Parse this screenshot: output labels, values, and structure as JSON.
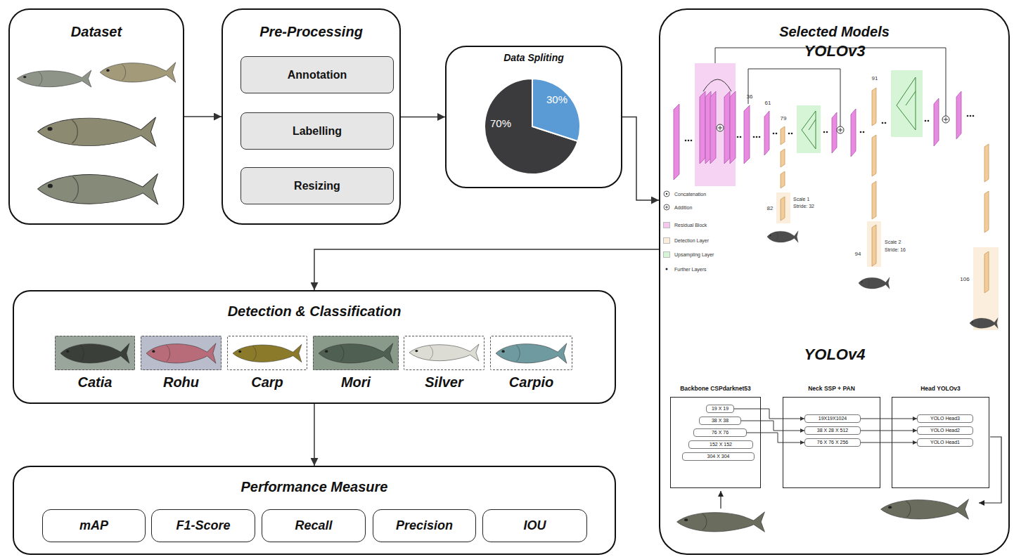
{
  "diagram": {
    "nodes": [
      {
        "text": [
          "Dataset"
        ]
      },
      {
        "text": [
          "Pre-Processing"
        ]
      },
      {
        "text": [
          "Annotation"
        ],
        "in": 1
      },
      {
        "text": [
          "Labelling"
        ],
        "in": 1
      },
      {
        "text": [
          "Resizing"
        ],
        "in": 1
      },
      {
        "text": [
          "Data Spliting"
        ]
      },
      {
        "text": [
          "Selected Models"
        ]
      },
      {
        "text": [
          "Backbone CSPdarknet53"
        ],
        "in": 6
      },
      {
        "text": [
          "19 X 19"
        ],
        "in": 7
      },
      {
        "text": [
          "38 X 38"
        ],
        "in": 7
      },
      {
        "text": [
          "76 X 76"
        ],
        "in": 7
      },
      {
        "text": [
          "152 X 152"
        ],
        "in": 7
      },
      {
        "text": [
          "304 X 304"
        ],
        "in": 7
      },
      {
        "text": [
          "Neck SSP + PAN"
        ],
        "in": 6
      },
      {
        "text": [
          "19X19X1024"
        ],
        "in": 13
      },
      {
        "text": [
          "38 X 28 X 512"
        ],
        "in": 13
      },
      {
        "text": [
          "76 X 76 X 256"
        ],
        "in": 13
      },
      {
        "text": [
          "Head YOLOv3"
        ],
        "in": 6
      },
      {
        "text": [
          "YOLO Head3"
        ],
        "in": 17
      },
      {
        "text": [
          "YOLO Head2"
        ],
        "in": 17
      },
      {
        "text": [
          "YOLO Head1"
        ],
        "in": 17
      },
      {
        "text": [
          "Detection & Classification"
        ]
      },
      {
        "text": [
          "Catia"
        ],
        "in": 21
      },
      {
        "text": [
          "Rohu"
        ],
        "in": 21
      },
      {
        "text": [
          "Carp"
        ],
        "in": 21
      },
      {
        "text": [
          "Mori"
        ],
        "in": 21
      },
      {
        "text": [
          "Silver"
        ],
        "in": 21
      },
      {
        "text": [
          "Carpio"
        ],
        "in": 21
      },
      {
        "text": [
          "Performance Measure"
        ]
      },
      {
        "text": [
          "mAP"
        ],
        "in": 28
      },
      {
        "text": [
          "F1-Score"
        ],
        "in": 28
      },
      {
        "text": [
          "Recall"
        ],
        "in": 28
      },
      {
        "text": [
          "Precision"
        ],
        "in": 28
      },
      {
        "text": [
          "IOU"
        ],
        "in": 28
      }
    ],
    "edges": [
      {
        "from": 0,
        "to": 1,
        "arrow": "to"
      },
      {
        "from": 1,
        "to": 5,
        "arrow": "to"
      },
      {
        "from": 5,
        "to": 6,
        "arrow": "to"
      },
      {
        "from": 6,
        "to": 21,
        "arrow": "to"
      },
      {
        "from": 21,
        "to": 28,
        "arrow": "to"
      },
      {
        "from": 8,
        "to": 14,
        "arrow": "to"
      },
      {
        "from": 9,
        "to": 15,
        "arrow": "to"
      },
      {
        "from": 10,
        "to": 16,
        "arrow": "to"
      },
      {
        "from": 14,
        "to": 18,
        "arrow": "to"
      },
      {
        "from": 15,
        "to": 19,
        "arrow": "to"
      },
      {
        "from": 16,
        "to": 20,
        "arrow": "to"
      }
    ],
    "labels": [
      "70%",
      "30%",
      "YOLOv3",
      "36",
      "61",
      "79",
      "91",
      "82",
      "Scale 1",
      "Stride: 32",
      "94",
      "Scale 2",
      "Stride: 16",
      "106",
      "YOLOv4"
    ],
    "legend": [
      {
        "text": "Concatenation"
      },
      {
        "text": "Addition"
      },
      {
        "text": "Residual Block",
        "color": "#f3c9f0"
      },
      {
        "text": "Detection Layer",
        "color": "#fbeedd"
      },
      {
        "text": "Upsampling Layer",
        "color": "#d6f5d6"
      },
      {
        "text": "Further Layers"
      }
    ]
  }
}
